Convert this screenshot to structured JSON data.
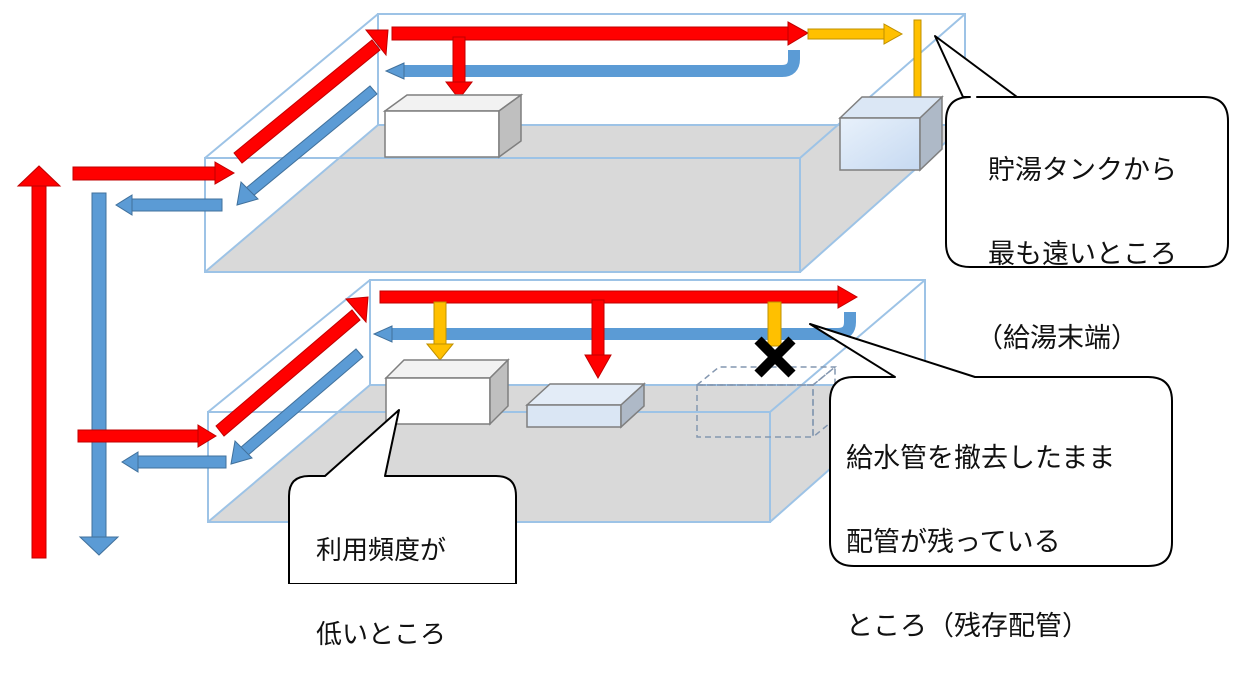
{
  "callouts": {
    "far_end": {
      "lines": [
        "貯湯タンクから",
        "最も遠いところ",
        "（給湯末端）"
      ]
    },
    "dead_leg": {
      "lines": [
        "給水管を撤去したまま",
        "配管が残っている",
        "ところ（残存配管）"
      ]
    },
    "low_use": {
      "lines": [
        "利用頻度が",
        "低いところ"
      ]
    }
  },
  "colors": {
    "hot_supply": "#ff0000",
    "hot_branch": "#ffc000",
    "return": "#5b9bd5",
    "floor": "#d9d9d9",
    "frame": "#9dc3e6",
    "removed_mark": "#000000"
  },
  "icons": {
    "removed_fixture": "x-mark-icon"
  }
}
